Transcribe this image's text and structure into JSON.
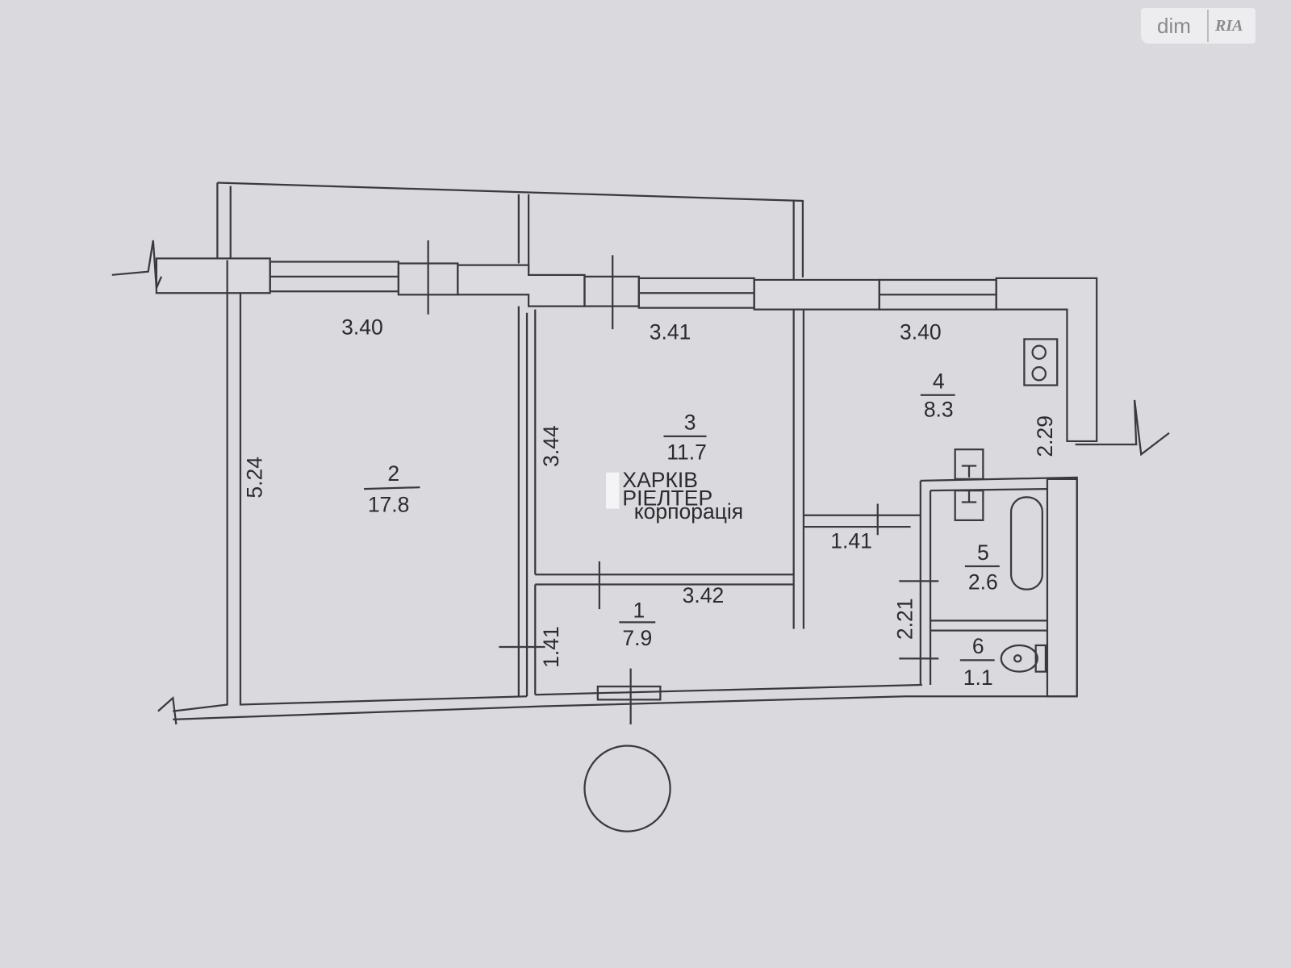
{
  "watermark": {
    "site": "dim",
    "brand": "RIA"
  },
  "logo": {
    "line1": "ХАРКІВ",
    "line2": "РІЕЛТЕР",
    "line3": "корпорація"
  },
  "rooms": [
    {
      "number": "1",
      "area": "7.9"
    },
    {
      "number": "2",
      "area": "17.8"
    },
    {
      "number": "3",
      "area": "11.7"
    },
    {
      "number": "4",
      "area": "8.3"
    },
    {
      "number": "5",
      "area": "2.6"
    },
    {
      "number": "6",
      "area": "1.1"
    }
  ],
  "dimensions": {
    "room2_width": "3.40",
    "room3_width": "3.41",
    "room4_width": "3.40",
    "room2_depth": "5.24",
    "room3_depth": "3.44",
    "room4_depth": "2.29",
    "hall_width": "3.42",
    "hall_depth": "1.41",
    "corridor_width": "1.41",
    "bath_depth": "2.21"
  }
}
